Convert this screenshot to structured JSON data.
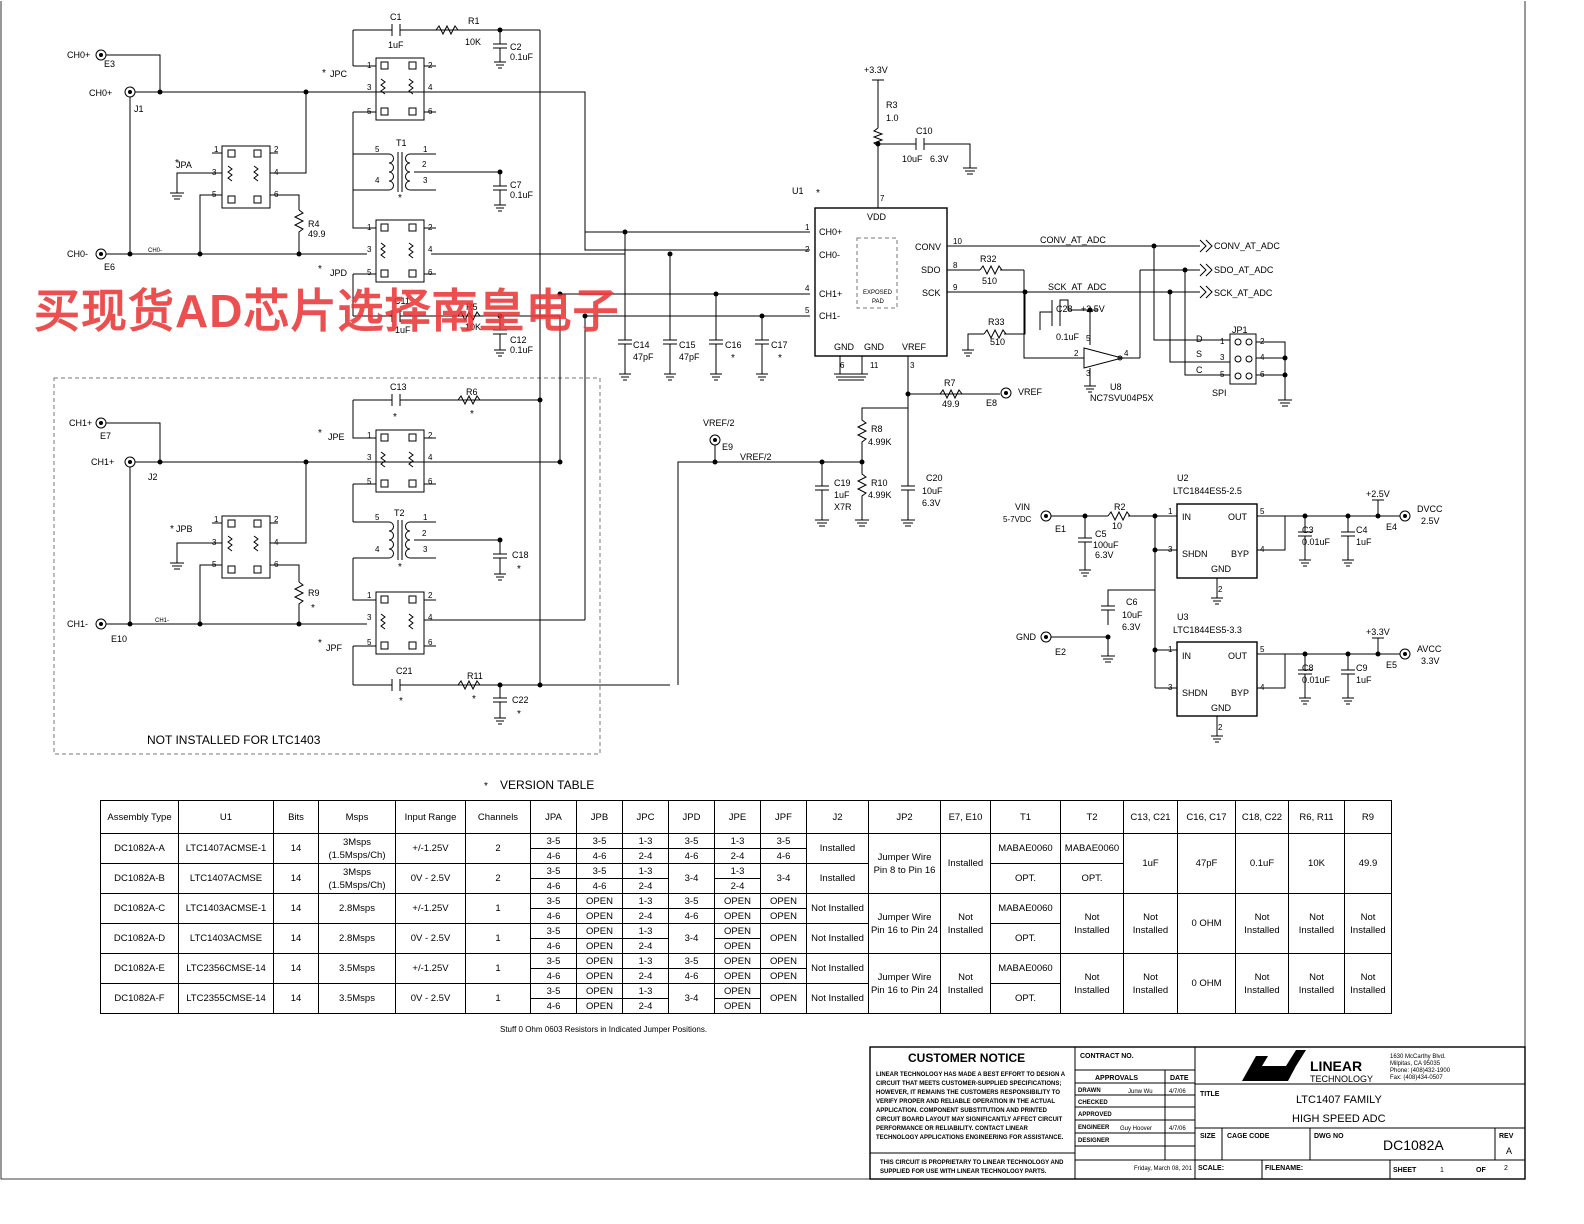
{
  "watermark": "买现货AD芯片选择南皇电子",
  "schematic": {
    "connectors": {
      "ch0p_e3": "CH0+",
      "e3": "E3",
      "ch0p_j1": "CH0+",
      "j1": "J1",
      "ch0m": "CH0-",
      "e6": "E6",
      "ch0m_net": "CH0-",
      "ch1p_e7": "CH1+",
      "e7": "E7",
      "ch1p_j2": "CH1+",
      "j2": "J2",
      "ch1m": "CH1-",
      "e10": "E10",
      "ch1m_net": "CH1-",
      "vref2": "VREF/2",
      "e9": "E9",
      "vref2_net": "VREF/2",
      "vref": "VREF",
      "e8": "E8",
      "vin": "VIN",
      "vin_range": "5-7VDC",
      "e1": "E1",
      "gnd": "GND",
      "e2": "E2",
      "dvcc": "DVCC",
      "dvcc_v": "2.5V",
      "e4": "E4",
      "avcc": "AVCC",
      "avcc_v": "3.3V",
      "e5": "E5"
    },
    "jumpers": {
      "jpa": "JPA",
      "jpb": "JPB",
      "jpc": "JPC",
      "jpd": "JPD",
      "jpe": "JPE",
      "jpf": "JPF",
      "jp1": "JP1",
      "spi": "SPI",
      "star": "*"
    },
    "caps": {
      "c1": "C1",
      "c1v": "1uF",
      "c2": "C2",
      "c2v": "0.1uF",
      "c7": "C7",
      "c7v": "0.1uF",
      "c11": "C11",
      "c11v": "1uF",
      "c12": "C12",
      "c12v": "0.1uF",
      "c13": "C13",
      "c18": "C18",
      "c21": "C21",
      "c22": "C22",
      "c14": "C14",
      "c14v": "47pF",
      "c15": "C15",
      "c15v": "47pF",
      "c16": "C16",
      "c17": "C17",
      "c10": "C10",
      "c10v": "10uF",
      "c10r": "6.3V",
      "c19": "C19",
      "c19v": "1uF",
      "c19t": "X7R",
      "c20": "C20",
      "c20v": "10uF",
      "c20r": "6.3V",
      "c28": "C28",
      "c28v": "0.1uF",
      "c5": "C5",
      "c5v": "100uF",
      "c5r": "6.3V",
      "c6": "C6",
      "c6v": "10uF",
      "c6r": "6.3V",
      "c3": "C3",
      "c3v": "0.01uF",
      "c4": "C4",
      "c4v": "1uF",
      "c8": "C8",
      "c8v": "0.01uF",
      "c9": "C9",
      "c9v": "1uF"
    },
    "res": {
      "r1": "R1",
      "r1v": "10K",
      "r5": "R5",
      "r5v": "10K",
      "r4": "R4",
      "r4v": "49.9",
      "r6": "R6",
      "r9": "R9",
      "r11": "R11",
      "r3": "R3",
      "r3v": "1.0",
      "r32": "R32",
      "r32v": "510",
      "r33": "R33",
      "r33v": "510",
      "r7": "R7",
      "r7v": "49.9",
      "r8": "R8",
      "r8v": "4.99K",
      "r10": "R10",
      "r10v": "4.99K",
      "r2": "R2",
      "r2v": "10"
    },
    "transformers": {
      "t1": "T1",
      "t2": "T2"
    },
    "u1": {
      "ref": "U1",
      "vdd": "VDD",
      "ch0p": "CH0+",
      "ch0m": "CH0-",
      "ch1p": "CH1+",
      "ch1m": "CH1-",
      "conv": "CONV",
      "sdo": "SDO",
      "sck": "SCK",
      "gnd": "GND",
      "vref": "VREF",
      "exposed": "EXPOSED",
      "pad": "PAD"
    },
    "u8": {
      "ref": "U8",
      "part": "NC7SVU04P5X"
    },
    "u2": {
      "ref": "U2",
      "part": "LTC1844ES5-2.5",
      "in": "IN",
      "out": "OUT",
      "shdn": "SHDN",
      "byp": "BYP",
      "gnd": "GND"
    },
    "u3": {
      "ref": "U3",
      "part": "LTC1844ES5-3.3",
      "in": "IN",
      "out": "OUT",
      "shdn": "SHDN",
      "byp": "BYP",
      "gnd": "GND"
    },
    "rails": {
      "p33": "+3.3V",
      "p25": "+2.5V",
      "p25b": "+2.5V",
      "p33b": "+3.3V"
    },
    "nets": {
      "conv": "CONV_AT_ADC",
      "conv_out": "CONV_AT_ADC",
      "sdo_out": "SDO_AT_ADC",
      "sck": "SCK_AT_ADC",
      "sck_out": "SCK_AT_ADC",
      "d": "D",
      "s": "S",
      "c": "C"
    },
    "notes": {
      "not_installed": "NOT INSTALLED FOR LTC1403"
    }
  },
  "version_table": {
    "title": "VERSION TABLE",
    "headers": [
      "Assembly Type",
      "U1",
      "Bits",
      "Msps",
      "Input Range",
      "Channels",
      "JPA",
      "JPB",
      "JPC",
      "JPD",
      "JPE",
      "JPF",
      "J2",
      "JP2",
      "E7, E10",
      "T1",
      "T2",
      "C13, C21",
      "C16, C17",
      "C18, C22",
      "R6, R11",
      "R9"
    ],
    "groups": [
      {
        "rows": [
          {
            "assembly": "DC1082A-A",
            "u1": "LTC1407ACMSE-1",
            "bits": "14",
            "msps": "3Msps",
            "msps2": "(1.5Msps/Ch)",
            "range": "+/-1.25V",
            "channels": "2",
            "jpa": [
              "3-5",
              "4-6"
            ],
            "jpb": [
              "3-5",
              "4-6"
            ],
            "jpc": [
              "1-3",
              "2-4"
            ],
            "jpd": [
              "3-5",
              "4-6"
            ],
            "jpe": [
              "1-3",
              "2-4"
            ],
            "jpf": [
              "3-5",
              "4-6"
            ],
            "j2": "Installed",
            "t1": "MABAE0060",
            "t2": "MABAE0060"
          },
          {
            "assembly": "DC1082A-B",
            "u1": "LTC1407ACMSE",
            "bits": "14",
            "msps": "3Msps",
            "msps2": "(1.5Msps/Ch)",
            "range": "0V - 2.5V",
            "channels": "2",
            "jpa": [
              "3-5",
              "4-6"
            ],
            "jpb": [
              "3-5",
              "4-6"
            ],
            "jpc": [
              "1-3",
              "2-4"
            ],
            "jpd": "3-4",
            "jpe": [
              "1-3",
              "2-4"
            ],
            "jpf": "3-4",
            "j2": "Installed",
            "t1": "OPT.",
            "t2": "OPT."
          }
        ],
        "jp2": "Jumper Wire",
        "jp2b": "Pin 8 to Pin 16",
        "e7": "Installed",
        "e7b": "",
        "c13": "1uF",
        "c16": "47pF",
        "c18": "0.1uF",
        "r6": "10K",
        "r6b": "",
        "r9": "49.9",
        "r9b": ""
      },
      {
        "rows": [
          {
            "assembly": "DC1082A-C",
            "u1": "LTC1403ACMSE-1",
            "bits": "14",
            "msps": "2.8Msps",
            "msps2": "",
            "range": "+/-1.25V",
            "channels": "1",
            "jpa": [
              "3-5",
              "4-6"
            ],
            "jpb": [
              "OPEN",
              "OPEN"
            ],
            "jpc": [
              "1-3",
              "2-4"
            ],
            "jpd": [
              "3-5",
              "4-6"
            ],
            "jpe": [
              "OPEN",
              "OPEN"
            ],
            "jpf": [
              "OPEN",
              "OPEN"
            ],
            "j2": "Not Installed",
            "t1": "MABAE0060",
            "t2": ""
          },
          {
            "assembly": "DC1082A-D",
            "u1": "LTC1403ACMSE",
            "bits": "14",
            "msps": "2.8Msps",
            "msps2": "",
            "range": "0V - 2.5V",
            "channels": "1",
            "jpa": [
              "3-5",
              "4-6"
            ],
            "jpb": [
              "OPEN",
              "OPEN"
            ],
            "jpc": [
              "1-3",
              "2-4"
            ],
            "jpd": "3-4",
            "jpe": [
              "OPEN",
              "OPEN"
            ],
            "jpf": "OPEN",
            "j2": "Not Installed",
            "t1": "OPT.",
            "t2": ""
          }
        ],
        "jp2": "Jumper Wire",
        "jp2b": "Pin 16 to Pin 24",
        "e7": "Not",
        "e7b": "Installed",
        "t2m": "Not",
        "t2mb": "Installed",
        "c13": "Not",
        "c13b": "Installed",
        "c16": "0 OHM",
        "c18": "Not",
        "c18b": "Installed",
        "r6": "Not",
        "r6b": "Installed",
        "r9": "Not",
        "r9b": "Installed"
      },
      {
        "rows": [
          {
            "assembly": "DC1082A-E",
            "u1": "LTC2356CMSE-14",
            "bits": "14",
            "msps": "3.5Msps",
            "msps2": "",
            "range": "+/-1.25V",
            "channels": "1",
            "jpa": [
              "3-5",
              "4-6"
            ],
            "jpb": [
              "OPEN",
              "OPEN"
            ],
            "jpc": [
              "1-3",
              "2-4"
            ],
            "jpd": [
              "3-5",
              "4-6"
            ],
            "jpe": [
              "OPEN",
              "OPEN"
            ],
            "jpf": [
              "OPEN",
              "OPEN"
            ],
            "j2": "Not Installed",
            "t1": "MABAE0060",
            "t2": ""
          },
          {
            "assembly": "DC1082A-F",
            "u1": "LTC2355CMSE-14",
            "bits": "14",
            "msps": "3.5Msps",
            "msps2": "",
            "range": "0V - 2.5V",
            "channels": "1",
            "jpa": [
              "3-5",
              "4-6"
            ],
            "jpb": [
              "OPEN",
              "OPEN"
            ],
            "jpc": [
              "1-3",
              "2-4"
            ],
            "jpd": "3-4",
            "jpe": [
              "OPEN",
              "OPEN"
            ],
            "jpf": "OPEN",
            "j2": "Not Installed",
            "t1": "OPT.",
            "t2": ""
          }
        ],
        "jp2": "Jumper Wire",
        "jp2b": "Pin 16 to Pin 24",
        "e7": "Not",
        "e7b": "Installed",
        "t2m": "Not",
        "t2mb": "Installed",
        "c13": "Not",
        "c13b": "Installed",
        "c16": "0 OHM",
        "c18": "Not",
        "c18b": "Installed",
        "r6": "Not",
        "r6b": "Installed",
        "r9": "Not",
        "r9b": "Installed"
      }
    ],
    "footnote": "Stuff 0 Ohm 0603 Resistors in Indicated Jumper Positions."
  },
  "title_block": {
    "notice_title": "CUSTOMER NOTICE",
    "notice_lines": [
      "LINEAR TECHNOLOGY HAS MADE A BEST EFFORT TO DESIGN A",
      "CIRCUIT THAT MEETS CUSTOMER-SUPPLIED SPECIFICATIONS;",
      "HOWEVER, IT REMAINS THE CUSTOMERS RESPONSIBILITY TO",
      "VERIFY PROPER AND RELIABLE OPERATION IN THE ACTUAL",
      "APPLICATION.  COMPONENT SUBSTITUTION AND PRINTED",
      "CIRCUIT BOARD LAYOUT MAY SIGNIFICANTLY AFFECT CIRCUIT",
      "PERFORMANCE OR RELIABILITY.  CONTACT LINEAR",
      "TECHNOLOGY APPLICATIONS ENGINEERING FOR ASSISTANCE."
    ],
    "proprietary": [
      "THIS CIRCUIT IS PROPRIETARY TO LINEAR TECHNOLOGY AND",
      "SUPPLIED FOR USE WITH LINEAR TECHNOLOGY PARTS."
    ],
    "contract": "CONTRACT NO.",
    "approvals": "APPROVALS",
    "date": "DATE",
    "drawn": "DRAWN",
    "drawn_by": "Junw Wu",
    "drawn_date": "4/7/06",
    "checked": "CHECKED",
    "approved": "APPROVED",
    "engineer": "ENGINEER",
    "engineer_by": "Guy Hoover",
    "engineer_date": "4/7/06",
    "designer": "DESIGNER",
    "plot_date": "Friday, March 08, 201",
    "company": "LINEAR",
    "company2": "TECHNOLOGY",
    "address": [
      "1630 McCarthy Blvd.",
      "Milpitas, CA 95035",
      "Phone: (408)432-1900",
      "Fax: (408)434-0507"
    ],
    "title_label": "TITLE",
    "title1": "LTC1407 FAMILY",
    "title2": "HIGH SPEED ADC",
    "size": "SIZE",
    "cage": "CAGE CODE",
    "dwg": "DWG NO",
    "dwg_no": "DC1082A",
    "rev": "REV",
    "rev_val": "A",
    "scale": "SCALE:",
    "filename": "FILENAME:",
    "sheet": "SHEET",
    "sheet_no": "1",
    "of": "OF",
    "of_no": "2"
  }
}
